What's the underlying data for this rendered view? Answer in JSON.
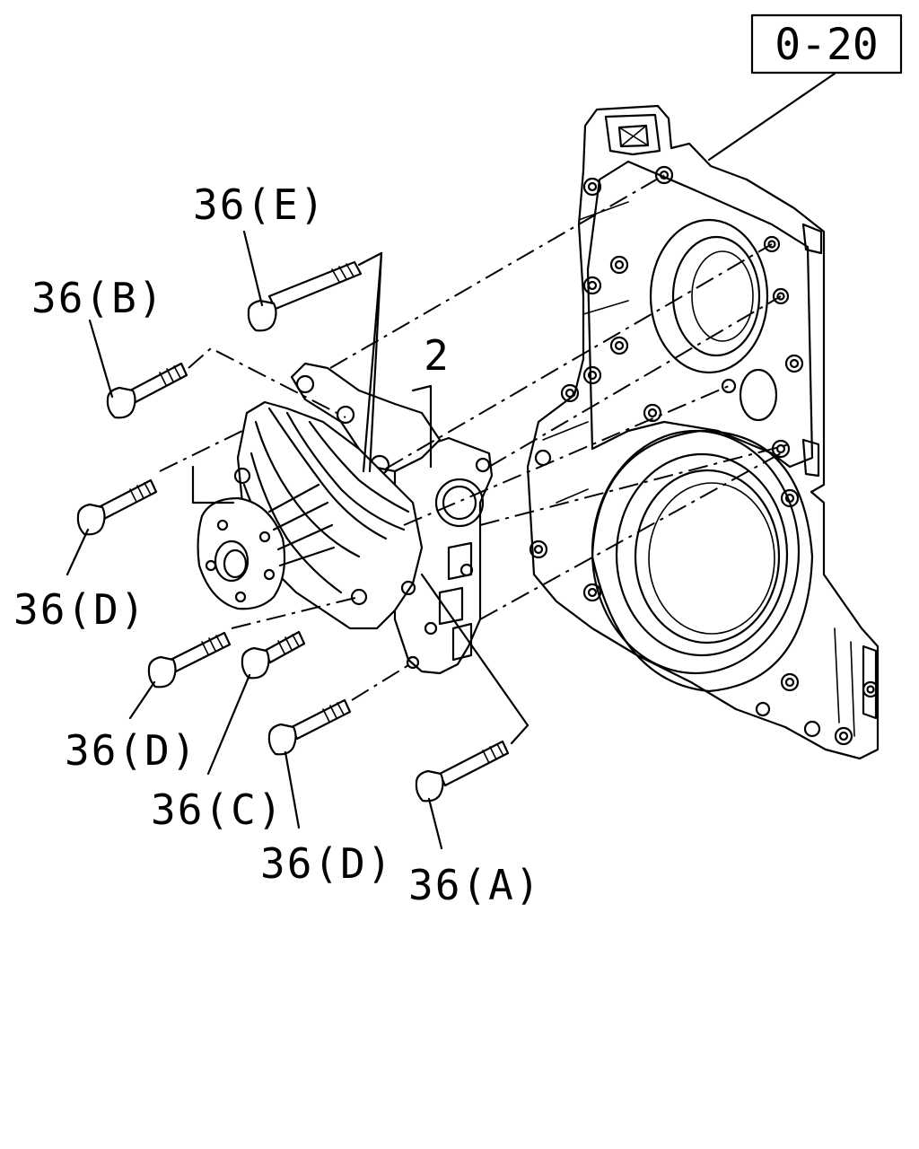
{
  "diagram": {
    "reference_box": "0-20",
    "part_label": "2",
    "callouts": [
      {
        "id": "bolt-e",
        "text": "36(E)"
      },
      {
        "id": "bolt-b",
        "text": "36(B)"
      },
      {
        "id": "bolt-d1",
        "text": "36(D)"
      },
      {
        "id": "bolt-d2",
        "text": "36(D)"
      },
      {
        "id": "bolt-c",
        "text": "36(C)"
      },
      {
        "id": "bolt-d3",
        "text": "36(D)"
      },
      {
        "id": "bolt-a",
        "text": "36(A)"
      }
    ]
  }
}
